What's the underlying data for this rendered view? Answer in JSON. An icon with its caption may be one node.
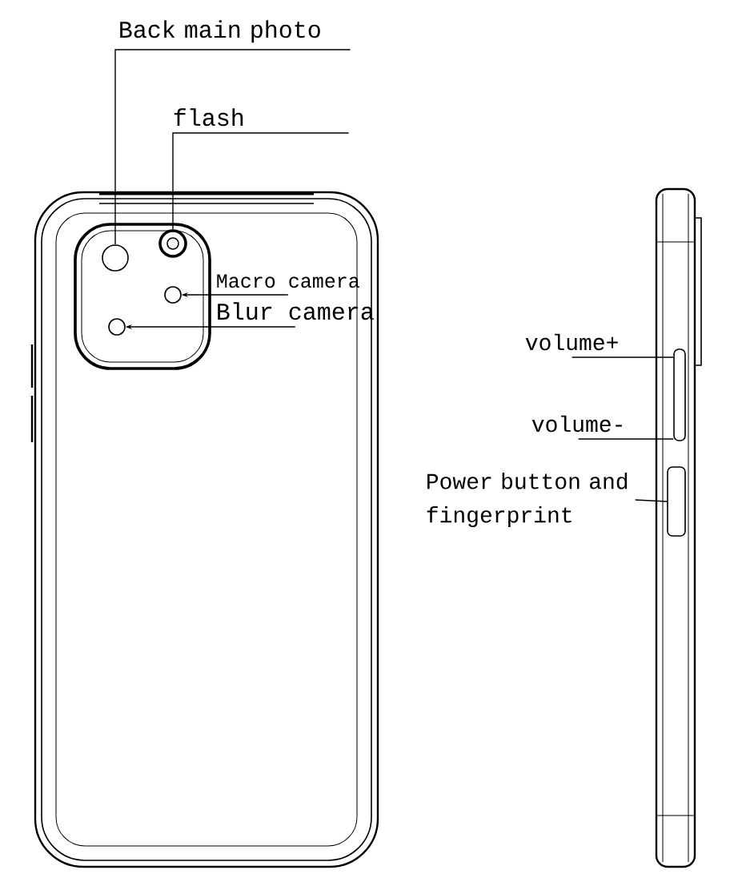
{
  "diagram": {
    "nodes": [
      {
        "text": [
          "Back main photo"
        ]
      },
      {
        "text": [
          "flash"
        ]
      },
      {
        "text": [
          "Macro camera"
        ]
      },
      {
        "text": [
          "Blur camera"
        ]
      },
      {
        "text": [
          "volume+"
        ]
      },
      {
        "text": [
          "volume-"
        ]
      },
      {
        "text": [
          "Power button and fingerprint"
        ]
      },
      {
        "text": [],
        "shape": "circle"
      },
      {
        "text": [],
        "shape": "circle"
      },
      {
        "text": [],
        "shape": "circle"
      },
      {
        "text": [],
        "shape": "circle"
      },
      {
        "text": [],
        "shape": "bar"
      },
      {
        "text": [],
        "shape": "bar"
      }
    ],
    "edges": [
      {
        "from": 0,
        "to": 7,
        "arrow": "none"
      },
      {
        "from": 1,
        "to": 8,
        "arrow": "none"
      },
      {
        "from": 2,
        "to": 9,
        "arrow": "to"
      },
      {
        "from": 3,
        "to": 10,
        "arrow": "to"
      },
      {
        "from": 4,
        "to": 11,
        "arrow": "none"
      },
      {
        "from": 5,
        "to": 11,
        "arrow": "none"
      },
      {
        "from": 6,
        "to": 12,
        "arrow": "none"
      }
    ]
  }
}
